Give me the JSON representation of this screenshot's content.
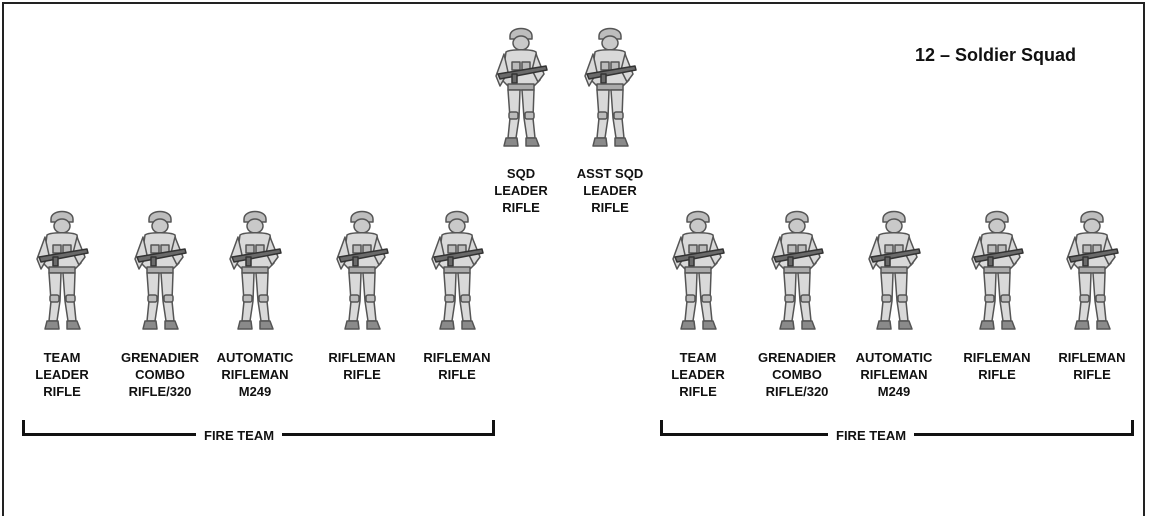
{
  "title": "12 – Soldier Squad",
  "leaders": [
    {
      "label": "SQD\nLEADER\nRIFLE"
    },
    {
      "label": "ASST SQD\nLEADER\nRIFLE"
    }
  ],
  "fire_teams": [
    {
      "label": "FIRE TEAM",
      "members": [
        {
          "label": "TEAM\nLEADER\nRIFLE"
        },
        {
          "label": "GRENADIER\nCOMBO\nRIFLE/320"
        },
        {
          "label": "AUTOMATIC\nRIFLEMAN\nM249"
        },
        {
          "label": "RIFLEMAN\nRIFLE"
        },
        {
          "label": "RIFLEMAN\nRIFLE"
        }
      ]
    },
    {
      "label": "FIRE TEAM",
      "members": [
        {
          "label": "TEAM\nLEADER\nRIFLE"
        },
        {
          "label": "GRENADIER\nCOMBO\nRIFLE/320"
        },
        {
          "label": "AUTOMATIC\nRIFLEMAN\nM249"
        },
        {
          "label": "RIFLEMAN\nRIFLE"
        },
        {
          "label": "RIFLEMAN\nRIFLE"
        }
      ]
    }
  ],
  "icon": "soldier-icon"
}
